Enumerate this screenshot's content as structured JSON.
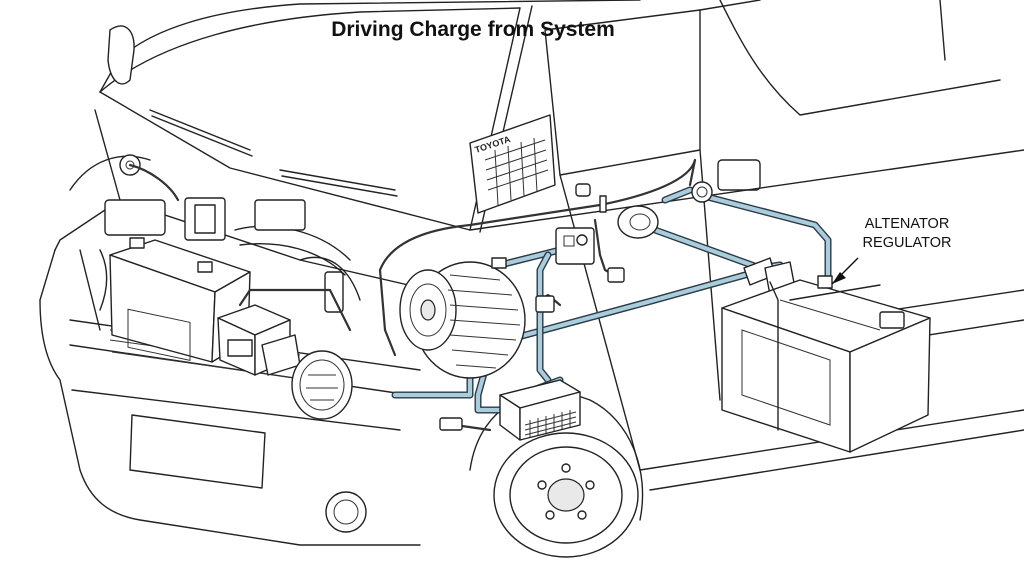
{
  "title": "Driving Charge from System",
  "callout": {
    "line1": "ALTENATOR",
    "line2": "REGULATOR"
  },
  "sticker": {
    "brand": "TOYOTA"
  },
  "colors": {
    "cable": "#a9cddc",
    "cable_outline": "#2b3a44",
    "line_art": "#222222",
    "background": "#ffffff"
  }
}
